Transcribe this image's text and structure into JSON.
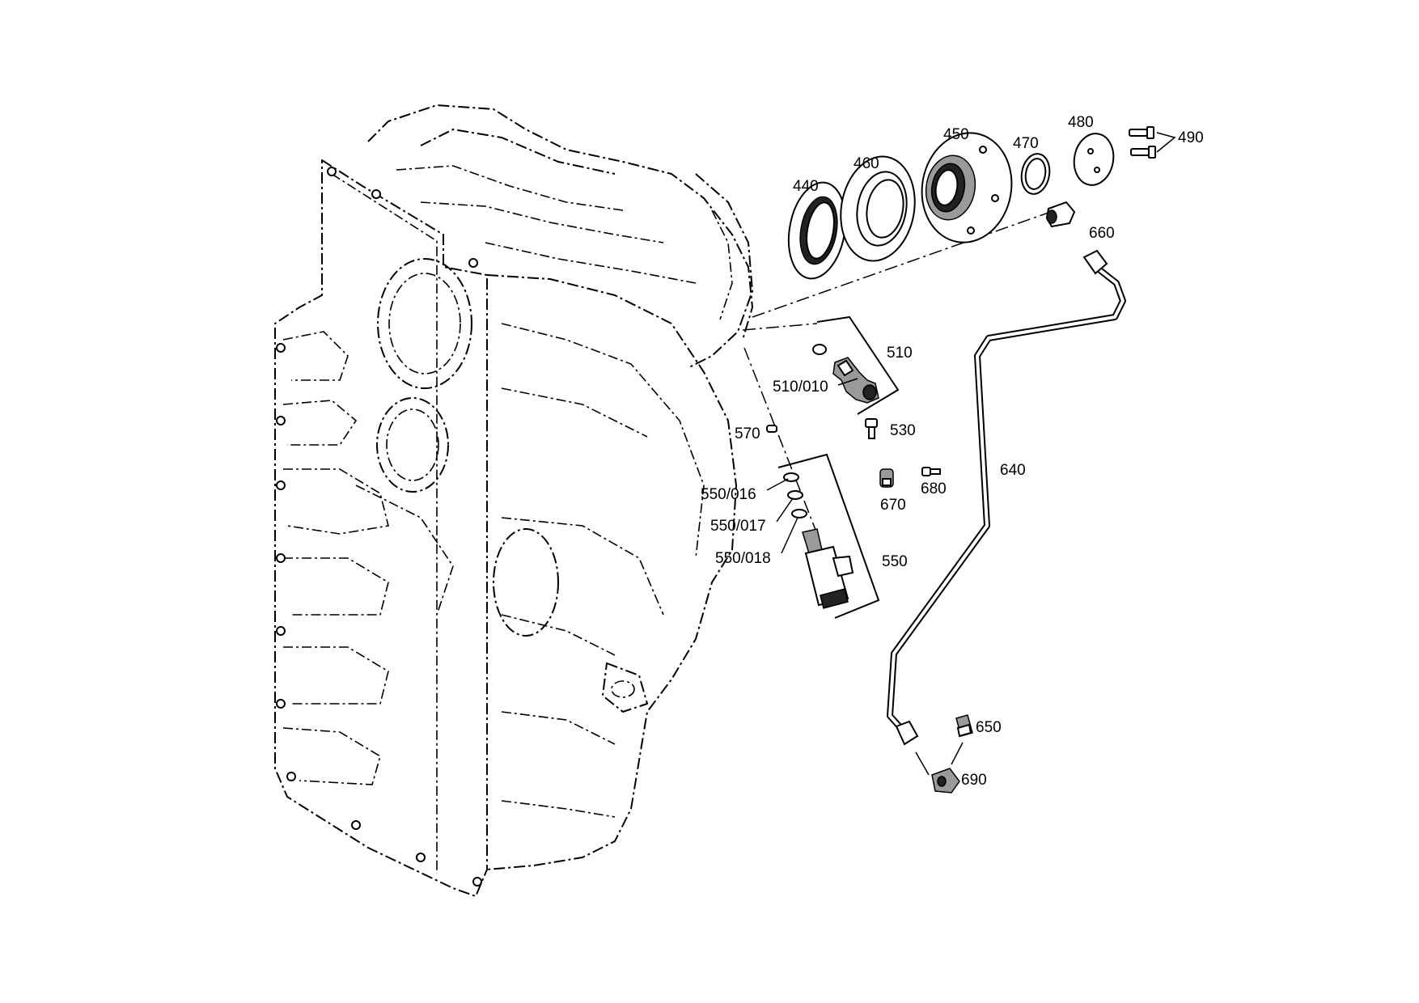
{
  "callouts": {
    "c440": "440",
    "c460": "460",
    "c450": "450",
    "c470": "470",
    "c480": "480",
    "c490": "490",
    "c660": "660",
    "c510": "510",
    "c510_010": "510/010",
    "c530": "530",
    "c570": "570",
    "c640": "640",
    "c550_016": "550/016",
    "c550_017": "550/017",
    "c550_018": "550/018",
    "c550": "550",
    "c670": "670",
    "c680": "680",
    "c650": "650",
    "c690": "690"
  }
}
